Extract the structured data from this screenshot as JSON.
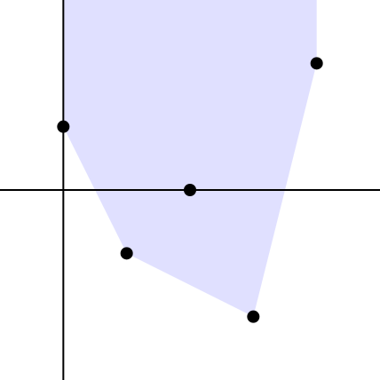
{
  "colors": {
    "region_fill": "#e0e0ff",
    "axis": "#000000",
    "point": "#000000",
    "background": "#ffffff"
  },
  "diagram": {
    "x_range": [
      -1,
      5
    ],
    "y_range": [
      -3,
      3
    ],
    "origin": [
      0,
      0
    ],
    "points": [
      {
        "x": 0,
        "y": 1
      },
      {
        "x": 2,
        "y": 0
      },
      {
        "x": 1,
        "y": -1
      },
      {
        "x": 3,
        "y": -2
      },
      {
        "x": 4,
        "y": 2
      }
    ],
    "region_boundary": [
      {
        "x": 0,
        "y": 3
      },
      {
        "x": 0,
        "y": 1
      },
      {
        "x": 1,
        "y": -1
      },
      {
        "x": 3,
        "y": -2
      },
      {
        "x": 4,
        "y": 2
      },
      {
        "x": 4,
        "y": 3
      }
    ]
  }
}
